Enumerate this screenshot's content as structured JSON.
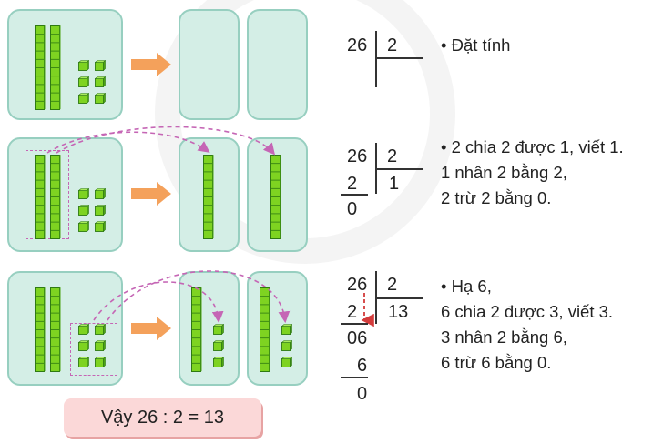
{
  "row1": {
    "dividend": "26",
    "divisor": "2",
    "step": "• Đặt tính"
  },
  "row2": {
    "dividend": "26",
    "divisor": "2",
    "sub": "2",
    "rem": "0",
    "quotient": "1",
    "lines": [
      "• 2 chia 2 được 1, viết 1.",
      "1 nhân 2 bằng 2,",
      "2 trừ 2 bằng 0."
    ]
  },
  "row3": {
    "dividend": "26",
    "divisor": "2",
    "sub1": "2",
    "quotient": "13",
    "bring": "06",
    "sub2": "6",
    "rem": "0",
    "lines": [
      "• Hạ 6,",
      "6 chia 2 được 3, viết 3.",
      "3 nhân 2 bằng 6,",
      "6 trừ 6 bằng 0."
    ]
  },
  "conclusion": "Vậy 26 : 2 = 13",
  "colors": {
    "panel_bg": "#d4eee6",
    "panel_border": "#97cfc0",
    "cube_green": "#7ed321",
    "arrow_orange": "#f4a15b",
    "dashed_pink": "#c566b5",
    "result_bg": "#fbd8d8",
    "down_arrow_red": "#d33b3b"
  }
}
